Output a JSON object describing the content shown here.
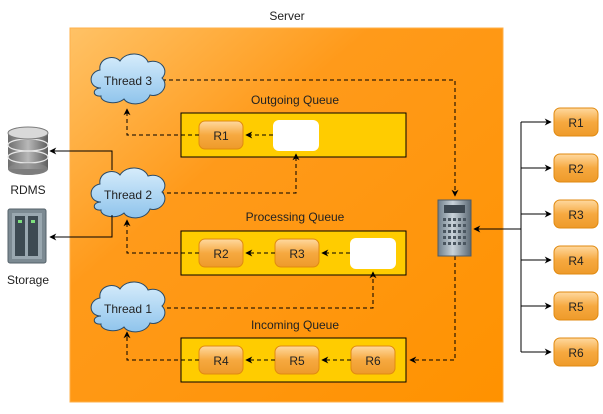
{
  "server": {
    "title": "Server"
  },
  "threads": {
    "t3": "Thread 3",
    "t2": "Thread 2",
    "t1": "Thread 1"
  },
  "queues": {
    "outgoing": {
      "title": "Outgoing Queue",
      "items": [
        "R1"
      ]
    },
    "processing": {
      "title": "Processing Queue",
      "items": [
        "R2",
        "R3"
      ]
    },
    "incoming": {
      "title": "Incoming Queue",
      "items": [
        "R4",
        "R5",
        "R6"
      ]
    }
  },
  "external": {
    "rdms": "RDMS",
    "storage": "Storage"
  },
  "clients": [
    "R1",
    "R2",
    "R3",
    "R4",
    "R5",
    "R6"
  ],
  "colors": {
    "server_bg": "#ff9800",
    "queue_bg": "#ffcc00",
    "request": "#f0a030",
    "thread_cloud": "#a9d4f2"
  }
}
